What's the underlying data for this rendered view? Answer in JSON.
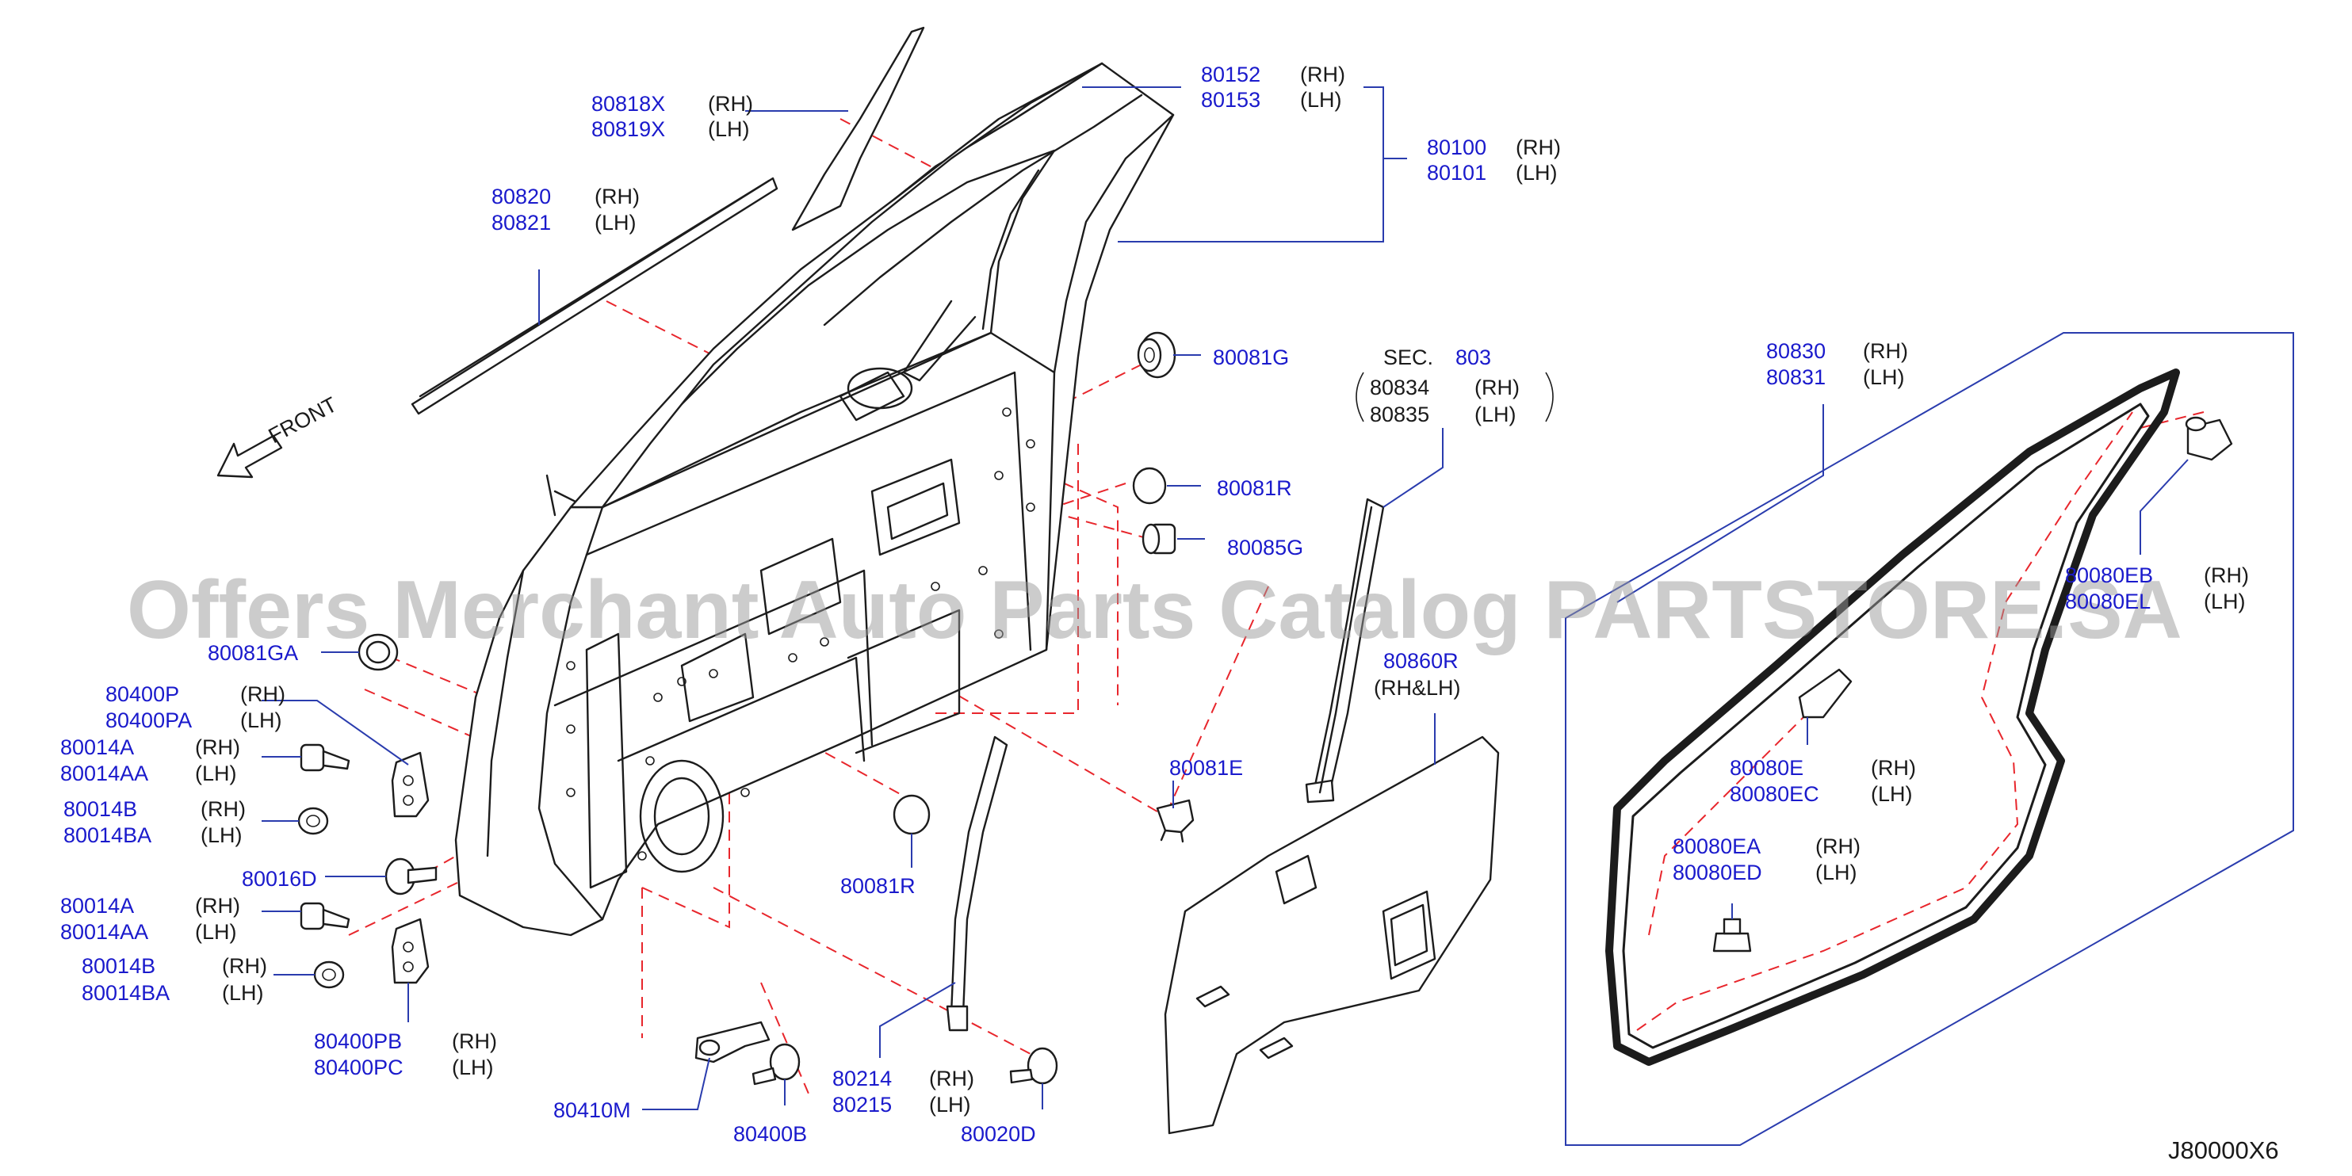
{
  "watermark": "Offers Merchant Auto Parts Catalog PARTSTORE.SA",
  "diagram_code": "J80000X6",
  "front_label": "FRONT",
  "section_ref": {
    "prefix": "SEC.",
    "number": "803"
  },
  "callouts": {
    "sash_rh": "80818X",
    "sash_rh_side": "(RH)",
    "sash_lh": "80819X",
    "sash_lh_side": "(LH)",
    "mold_rh": "80820",
    "mold_rh_side": "(RH)",
    "mold_lh": "80821",
    "mold_lh_side": "(LH)",
    "panel_rh": "80152",
    "panel_rh_side": "(RH)",
    "panel_lh": "80153",
    "panel_lh_side": "(LH)",
    "door_rh": "80100",
    "door_rh_side": "(RH)",
    "door_lh": "80101",
    "door_lh_side": "(LH)",
    "grommet_g": "80081G",
    "plug_r": "80081R",
    "bumper_g": "80085G",
    "seal_sec_rh": "80834",
    "seal_sec_rh_side": "(RH)",
    "seal_sec_lh": "80835",
    "seal_sec_lh_side": "(LH)",
    "sash_r": "80860R",
    "sash_r_side": "(RH&LH)",
    "weatherstrip_rh": "80830",
    "weatherstrip_rh_side": "(RH)",
    "weatherstrip_lh": "80831",
    "weatherstrip_lh_side": "(LH)",
    "clip_eb": "80080EB",
    "clip_eb_side": "(RH)",
    "clip_el": "80080EL",
    "clip_el_side": "(LH)",
    "clip_e": "80080E",
    "clip_e_side": "(RH)",
    "clip_ec": "80080EC",
    "clip_ec_side": "(LH)",
    "clip_ea": "80080EA",
    "clip_ea_side": "(RH)",
    "clip_ed": "80080ED",
    "clip_ed_side": "(LH)",
    "grommet_ga": "80081GA",
    "hinge_p": "80400P",
    "hinge_p_side": "(RH)",
    "hinge_pa": "80400PA",
    "hinge_pa_side": "(LH)",
    "bolt_a1": "80014A",
    "bolt_a1_side": "(RH)",
    "bolt_aa1": "80014AA",
    "bolt_aa1_side": "(LH)",
    "nut_b1": "80014B",
    "nut_b1_side": "(RH)",
    "nut_ba1": "80014BA",
    "nut_ba1_side": "(LH)",
    "bolt_d": "80016D",
    "bolt_a2": "80014A",
    "bolt_a2_side": "(RH)",
    "bolt_aa2": "80014AA",
    "bolt_aa2_side": "(LH)",
    "nut_b2": "80014B",
    "nut_b2_side": "(RH)",
    "nut_ba2": "80014BA",
    "nut_ba2_side": "(LH)",
    "hinge_pb": "80400PB",
    "hinge_pb_side": "(RH)",
    "hinge_pc": "80400PC",
    "hinge_pc_side": "(LH)",
    "check_link": "80410M",
    "bolt_b": "80400B",
    "plug_r2": "80081R",
    "clip_e2": "80081E",
    "channel_rh": "80214",
    "channel_rh_side": "(RH)",
    "channel_lh": "80215",
    "channel_lh_side": "(LH)",
    "bolt_20d": "80020D"
  }
}
